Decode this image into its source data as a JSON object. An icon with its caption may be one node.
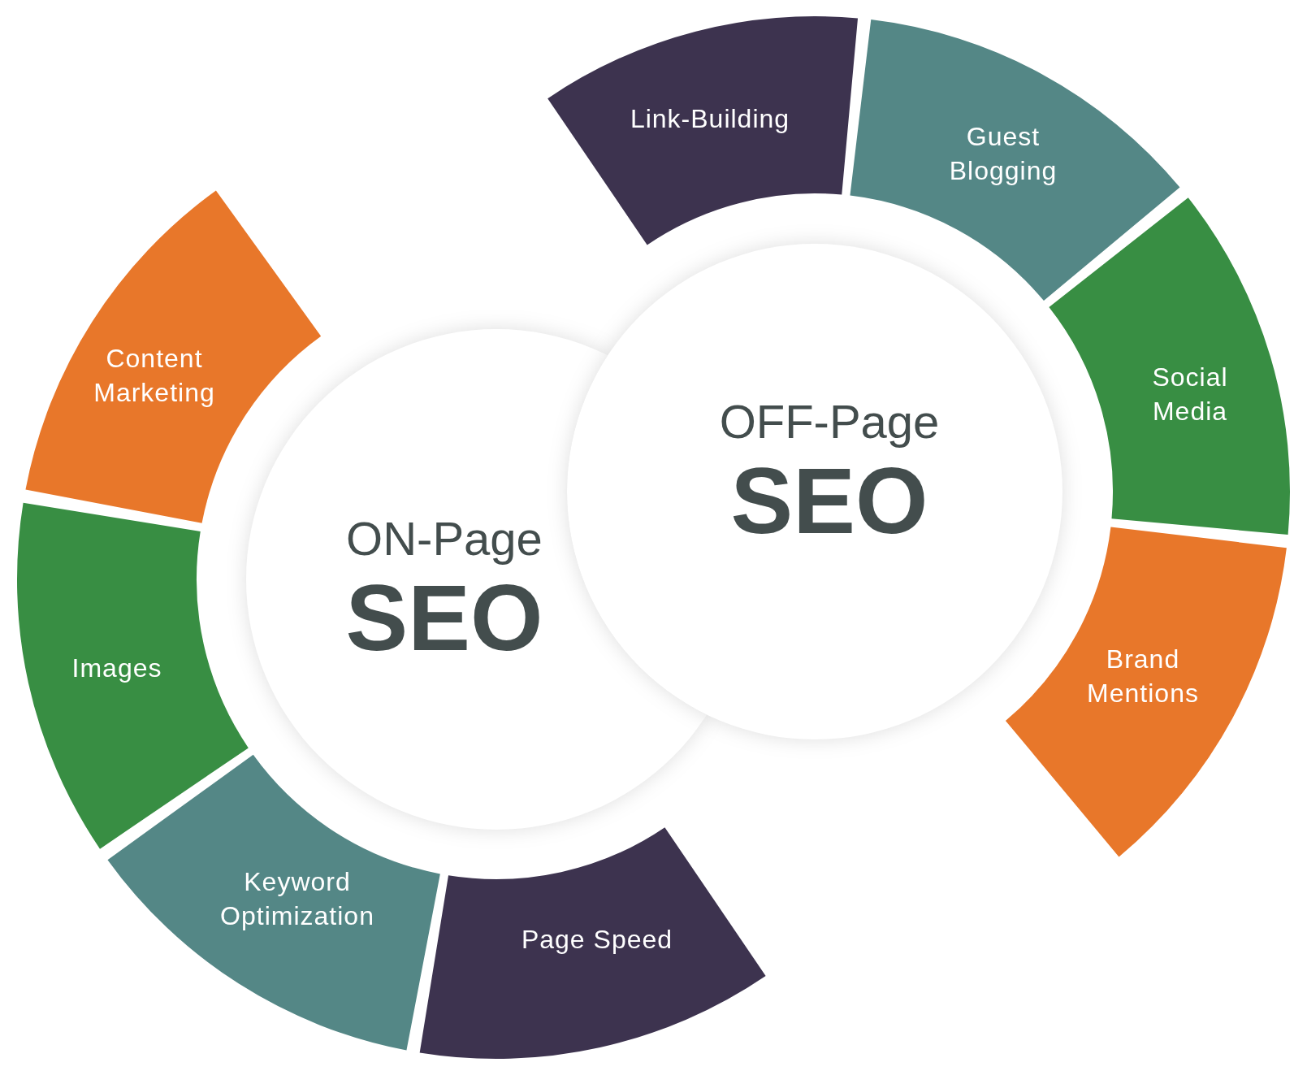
{
  "diagram": {
    "nodes": [
      {
        "text": [
          "ON-Page",
          "SEO"
        ]
      },
      {
        "text": [
          "Content Marketing"
        ]
      },
      {
        "text": [
          "Images"
        ]
      },
      {
        "text": [
          "Keyword Optimization"
        ]
      },
      {
        "text": [
          "Page Speed"
        ]
      },
      {
        "text": [
          "OFF-Page",
          "SEO"
        ]
      },
      {
        "text": [
          "Link-Building"
        ]
      },
      {
        "text": [
          "Guest Blogging"
        ]
      },
      {
        "text": [
          "Social Media"
        ]
      },
      {
        "text": [
          "Brand Mentions"
        ]
      }
    ]
  }
}
